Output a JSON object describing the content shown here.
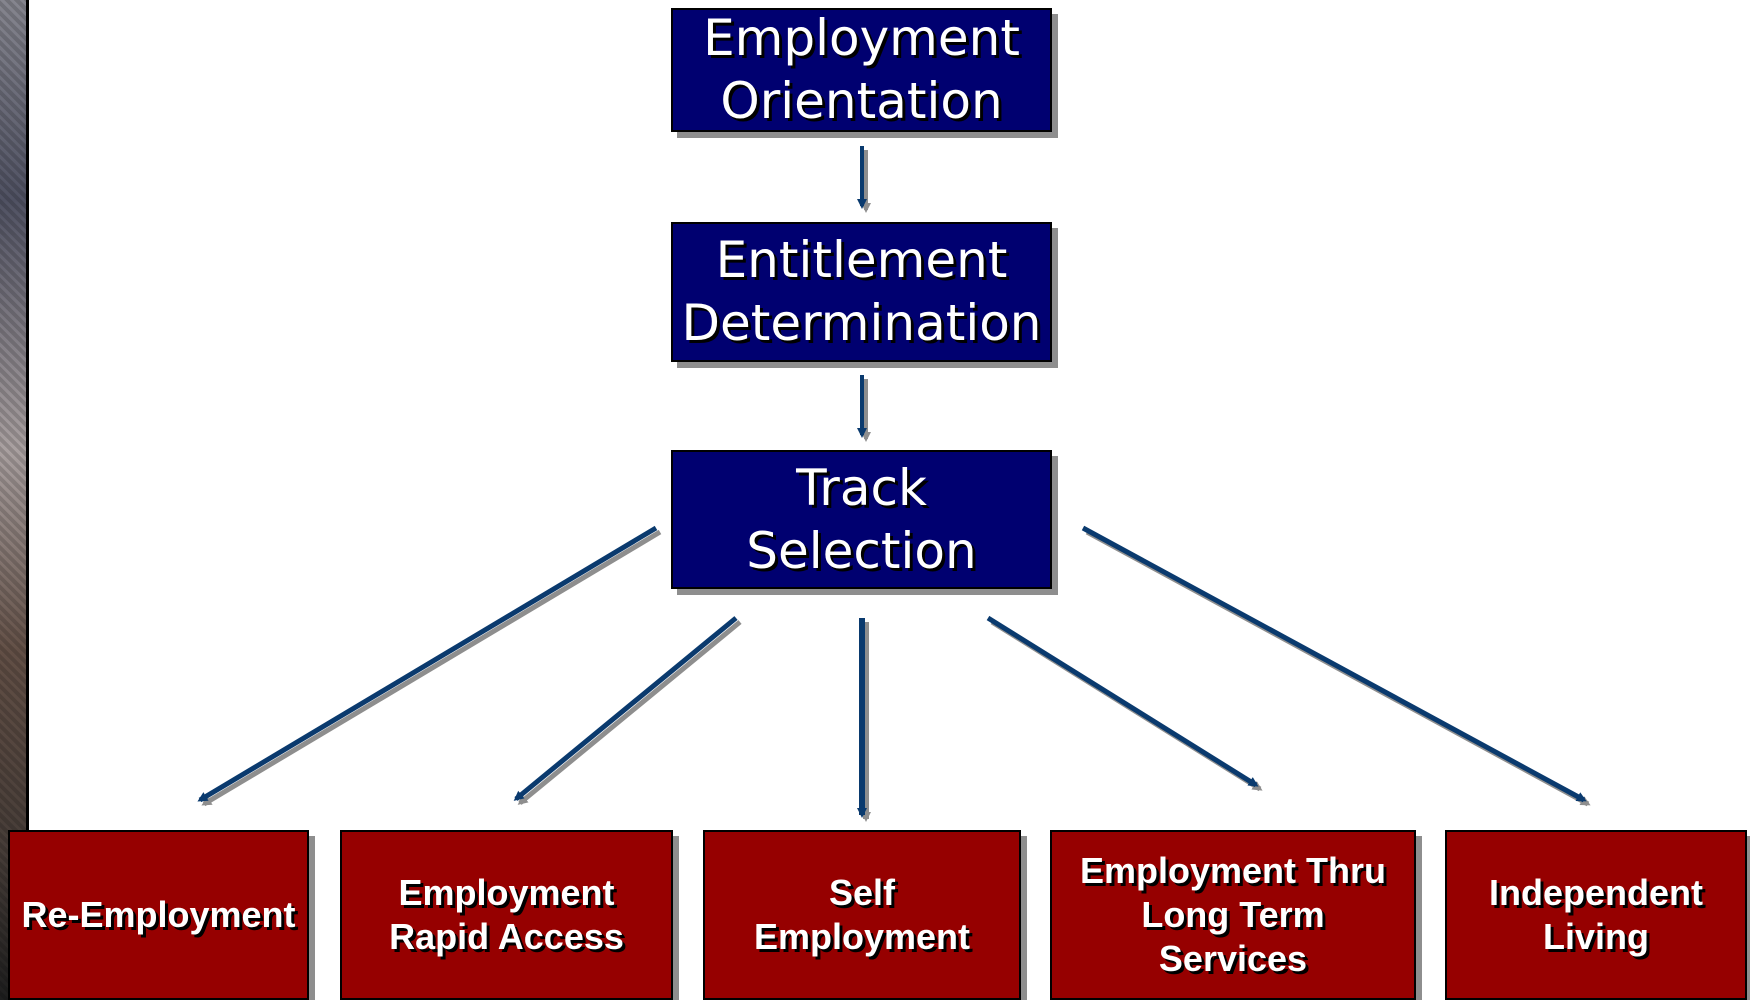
{
  "colors": {
    "top_box_fill": "#000070",
    "track_box_fill": "#960000",
    "arrow": "#0a3a6e",
    "shadow": "#8e8e8e"
  },
  "process": {
    "step1": "Employment\nOrientation",
    "step2": "Entitlement\nDetermination",
    "step3": "Track\nSelection"
  },
  "tracks": [
    "Re-Employment",
    "Employment\nRapid Access",
    "Self\nEmployment",
    "Employment Thru\nLong Term\nServices",
    "Independent\nLiving"
  ]
}
